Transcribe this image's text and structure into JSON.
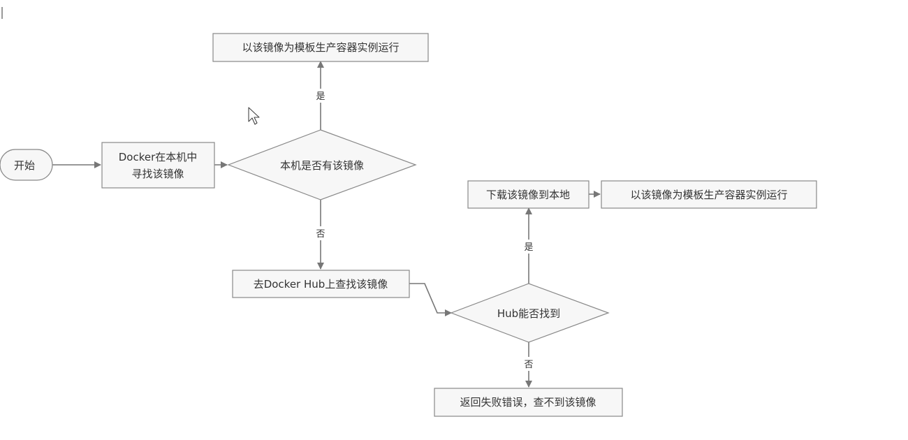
{
  "diagram": {
    "colors": {
      "line": "#777777",
      "node_stroke": "#888888",
      "node_fill": "#f7f7f7",
      "text": "#333333"
    },
    "nodes": {
      "start": "开始",
      "search_local_line1": "Docker在本机中",
      "search_local_line2": "寻找该镜像",
      "decision_local": "本机是否有该镜像",
      "run_local": "以该镜像为模板生产容器实例运行",
      "search_hub": "去Docker Hub上查找该镜像",
      "decision_hub": "Hub能否找到",
      "download": "下载该镜像到本地",
      "run_downloaded": "以该镜像为模板生产容器实例运行",
      "fail": "返回失败错误，查不到该镜像"
    },
    "edge_labels": {
      "local_yes": "是",
      "local_no": "否",
      "hub_yes": "是",
      "hub_no": "否"
    },
    "cursor_icon": "mouse-pointer-icon"
  }
}
